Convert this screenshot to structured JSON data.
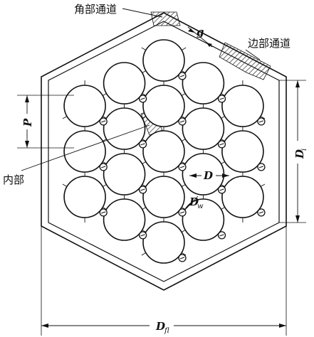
{
  "labels": {
    "corner_channel": "角部通道",
    "edge_channel": "边部通道",
    "interior": "内部",
    "gap": "g",
    "pitch": "P",
    "rod_diameter": "D",
    "wire_diameter": "D",
    "wire_subscript": "w",
    "inner_flat": "D",
    "inner_flat_subscript": "i",
    "outer_flat": "D",
    "outer_flat_subscript": "fl"
  },
  "colors": {
    "line": "#111111",
    "background": "#ffffff",
    "hatch": "#222222"
  }
}
